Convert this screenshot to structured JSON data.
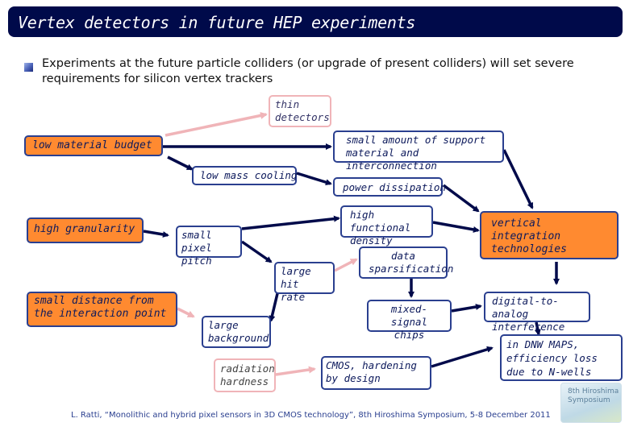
{
  "title": "Vertex detectors in future HEP experiments",
  "intro": "Experiments at the future particle colliders (or upgrade of present colliders) will set severe requirements for silicon vertex trackers",
  "nodes": {
    "thin_detectors": "thin detectors",
    "low_material_budget": "low material budget",
    "small_amount_support": "small amount of support material and interconnection",
    "low_mass_cooling": "low mass cooling",
    "power_dissipation": "power dissipation",
    "high_granularity": "high granularity",
    "small_pixel_pitch": "small pixel pitch",
    "high_functional_density": "high functional density",
    "vertical_integration": "vertical integration technologies",
    "large_hit_rate": "large hit rate",
    "data_sparsification": "data sparsification",
    "small_distance": "small distance from the interaction point",
    "large_background": "large background",
    "mixed_signal_chips": "mixed-signal chips",
    "digital_to_analog": "digital-to-analog interference",
    "radiation_hardness": "radiation hardness",
    "cmos_hardening": "CMOS, hardening by design",
    "dnw_maps": "in DNW MAPS, efficiency loss due to N-wells"
  },
  "footer": "L. Ratti, “Monolithic and hybrid pixel sensors in 3D CMOS technology”, 8th Hiroshima Symposium, 5-8 December 2011",
  "logo": "8th Hiroshima Symposium",
  "colors": {
    "title_bg": "#000a4a",
    "box_border": "#2a3f8f",
    "pink_border": "#f0b4b8",
    "orange_fill": "#ff8a30",
    "arrow_blue": "#000a4a",
    "arrow_pink": "#f0b4b8"
  }
}
